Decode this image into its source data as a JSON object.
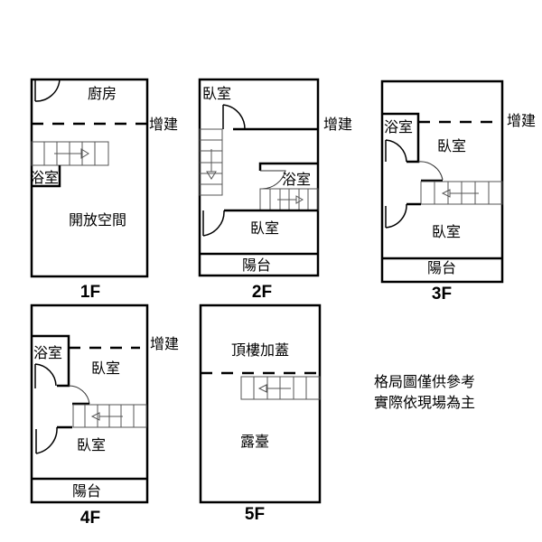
{
  "floors": {
    "f1": {
      "label": "1F",
      "kitchen": "廚房",
      "addition": "增建",
      "bath": "浴室",
      "open": "開放空間"
    },
    "f2": {
      "label": "2F",
      "bed1": "臥室",
      "addition": "增建",
      "bath": "浴室",
      "bed2": "臥室",
      "balcony": "陽台"
    },
    "f3": {
      "label": "3F",
      "bath": "浴室",
      "addition": "增建",
      "bed1": "臥室",
      "bed2": "臥室",
      "balcony": "陽台"
    },
    "f4": {
      "label": "4F",
      "bath": "浴室",
      "addition": "增建",
      "bed1": "臥室",
      "bed2": "臥室",
      "balcony": "陽台"
    },
    "f5": {
      "label": "5F",
      "rooftop": "頂樓加蓋",
      "terrace": "露臺"
    }
  },
  "note": {
    "line1": "格局圖僅供參考",
    "line2": "實際依現場為主"
  }
}
